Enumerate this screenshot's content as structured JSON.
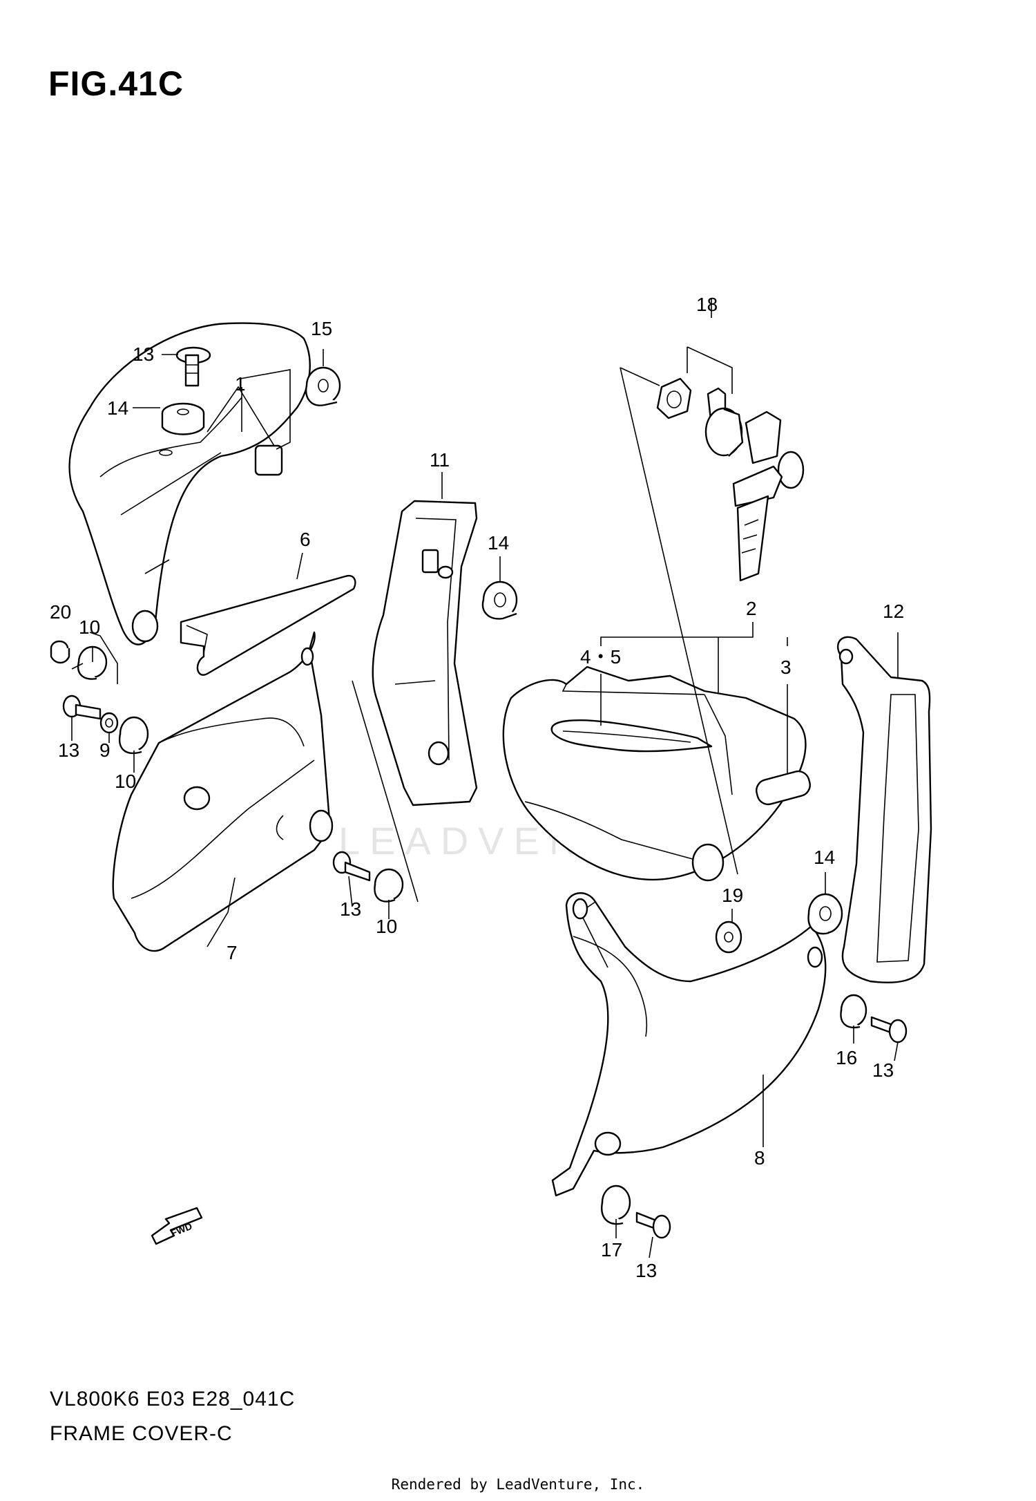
{
  "figure_title": "FIG.41C",
  "model_code": "VL800K6 E03 E28_041C",
  "section_name": "FRAME COVER-C",
  "render_credit": "Rendered by LeadVenture, Inc.",
  "watermark": "LEADVENTURE",
  "fwd_label": "FWD",
  "callouts": {
    "c1": "1",
    "c2": "2",
    "c3": "3",
    "c45": "4・5",
    "c6": "6",
    "c7": "7",
    "c8": "8",
    "c9": "9",
    "c10a": "10",
    "c10b": "10",
    "c10c": "10",
    "c11": "11",
    "c12": "12",
    "c13a": "13",
    "c13b": "13",
    "c13c": "13",
    "c13d": "13",
    "c13e": "13",
    "c14a": "14",
    "c14b": "14",
    "c14c": "14",
    "c15": "15",
    "c16": "16",
    "c17": "17",
    "c18": "18",
    "c19": "19",
    "c20": "20"
  }
}
